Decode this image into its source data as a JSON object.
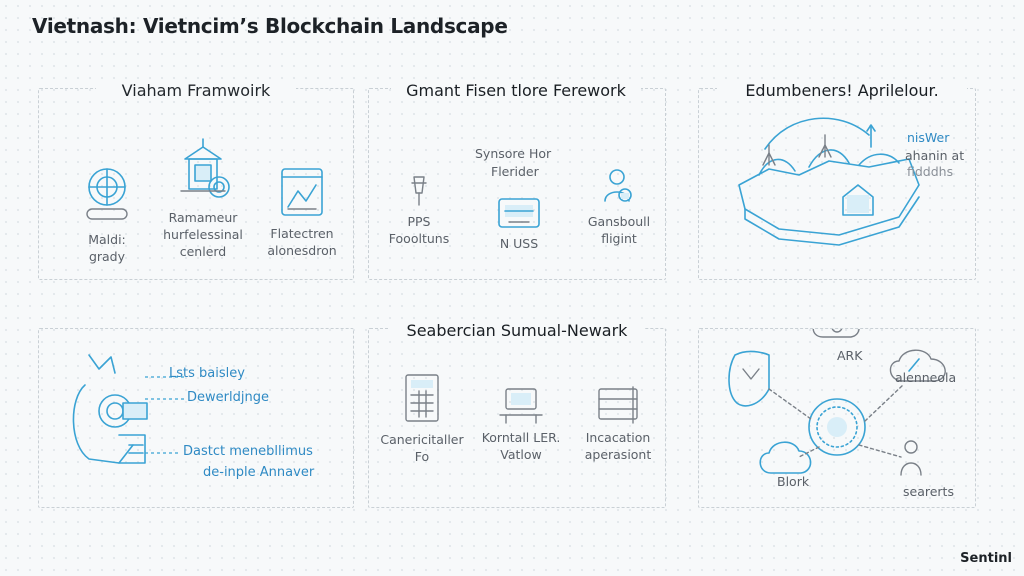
{
  "header": {
    "title": "Vietnash: Vietncim’s Blockchain Landscape"
  },
  "panels": {
    "top_left": {
      "title": "Viaham Framwoirk",
      "items": [
        {
          "line1": "Maldi:",
          "line2": "grady"
        },
        {
          "line1": "Ramameur",
          "line2": "hurfelessinal",
          "line3": "cenlerd"
        },
        {
          "line1": "Flatectren",
          "line2": "alonesdron"
        }
      ]
    },
    "top_middle": {
      "title": "Gmant Fisen tlore Ferework",
      "subtitle_line1": "Synsore Hor",
      "subtitle_line2": "Flerider",
      "items": [
        {
          "line1": "PPS",
          "line2": "Foooltuns"
        },
        {
          "line1": "N USS"
        },
        {
          "line1": "Gansboull",
          "line2": "fligint"
        }
      ]
    },
    "top_right": {
      "title": "Edumbeners! Aprilelour.",
      "note_line1": "nisWer",
      "note_line2": "ahanin at",
      "note_line3": "fidddhs"
    },
    "bottom_left": {
      "labels": [
        "Lsts baisley",
        "Dewerldjnge",
        "Dastct menebllimus",
        "de-inple Annaver"
      ]
    },
    "bottom_middle": {
      "title": "Seabercian Sumual-Newark",
      "items": [
        {
          "line1": "Canericitaller",
          "line2": "Fo"
        },
        {
          "line1": "Korntall LER.",
          "line2": "Vatlow"
        },
        {
          "line1": "Incacation",
          "line2": "aperasiont"
        }
      ]
    },
    "bottom_right": {
      "labels": [
        "ARK",
        "alenneola",
        "Blork",
        "searerts"
      ]
    }
  },
  "brand": "Sentinl",
  "colors": {
    "accent": "#3aa3d4",
    "text": "#4a4f55",
    "border": "#c9d0d5"
  }
}
